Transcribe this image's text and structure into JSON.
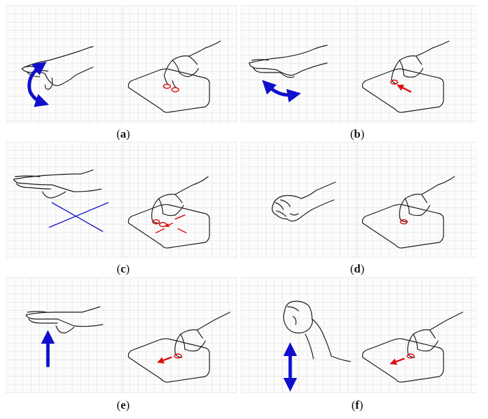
{
  "figure": {
    "captions": [
      {
        "open": "(",
        "letter": "a",
        "close": ")"
      },
      {
        "open": "(",
        "letter": "b",
        "close": ")"
      },
      {
        "open": "(",
        "letter": "c",
        "close": ")"
      },
      {
        "open": "(",
        "letter": "d",
        "close": ")"
      },
      {
        "open": "(",
        "letter": "e",
        "close": ")"
      },
      {
        "open": "(",
        "letter": "f",
        "close": ")"
      }
    ]
  },
  "colors": {
    "stroke": "#1a1a1a",
    "gesture_arrow": "#1010cc",
    "touch_marker": "#dd1111",
    "grid": "#ebebeb"
  },
  "icons": [
    "hand-rotate-gesture",
    "hand-swipe-left-gesture",
    "hand-cross-gesture",
    "fist-gesture",
    "hand-raise-gesture",
    "fist-up-down-gesture",
    "touchpad-two-finger-tap",
    "touchpad-two-finger-swipe",
    "touchpad-drag-swipe",
    "touchpad-single-tap",
    "touchpad-swipe-left"
  ]
}
